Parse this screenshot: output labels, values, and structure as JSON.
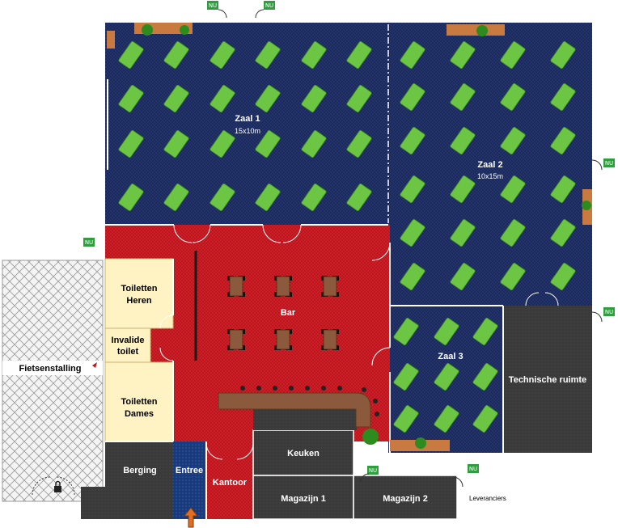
{
  "rooms": {
    "zaal1_name": "Zaal 1",
    "zaal1_size": "15x10m",
    "zaal2_name": "Zaal 2",
    "zaal2_size": "10x15m",
    "zaal3_name": "Zaal 3",
    "bar": "Bar",
    "toiletten_heren_1": "Toiletten",
    "toiletten_heren_2": "Heren",
    "invalide_1": "Invalide",
    "invalide_2": "toilet",
    "toiletten_dames_1": "Toiletten",
    "toiletten_dames_2": "Dames",
    "fietsenstalling": "Fietsenstalling",
    "technische_ruimte": "Technische ruimte",
    "keuken": "Keuken",
    "berging": "Berging",
    "entree": "Entree",
    "kantoor": "Kantoor",
    "magazijn1": "Magazijn 1",
    "magazijn2": "Magazijn 2",
    "leveranciers": "Leveranciers"
  },
  "emergency_exit_label": "NU",
  "colors": {
    "hall_floor": "#1a2a5e",
    "bar_floor": "#c0141c",
    "toilet_floor": "#fff3c4",
    "service_floor": "#3a3a3a",
    "table_green": "#6cc644",
    "bar_counter": "#8b5a3c",
    "entrance_arrow": "#e07020",
    "exit_sign": "#2e9e3e"
  }
}
